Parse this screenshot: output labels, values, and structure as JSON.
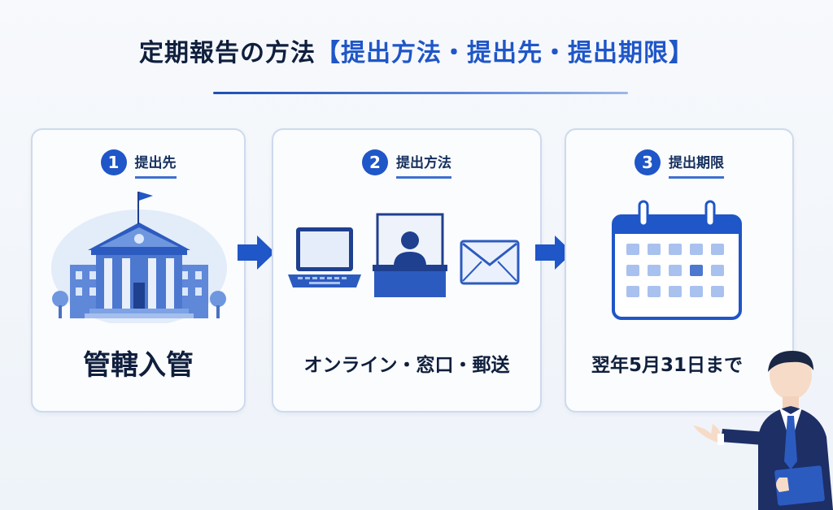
{
  "header": {
    "title_main": "定期報告の方法",
    "title_sub": "【提出方法・提出先・提出期限】"
  },
  "steps": [
    {
      "number": "1",
      "label": "提出先",
      "text": "管轄入管"
    },
    {
      "number": "2",
      "label": "提出方法",
      "text": "オンライン・窓口・郵送"
    },
    {
      "number": "3",
      "label": "提出期限",
      "text": "翌年5月31日まで"
    }
  ],
  "colors": {
    "accent": "#1f56c8",
    "dark_text": "#0f1f3d",
    "card_border": "#cddaee"
  },
  "icons": [
    "government-building-icon",
    "laptop-icon",
    "service-counter-icon",
    "envelope-icon",
    "calendar-icon",
    "arrow-right-icon",
    "businessman-illustration"
  ]
}
